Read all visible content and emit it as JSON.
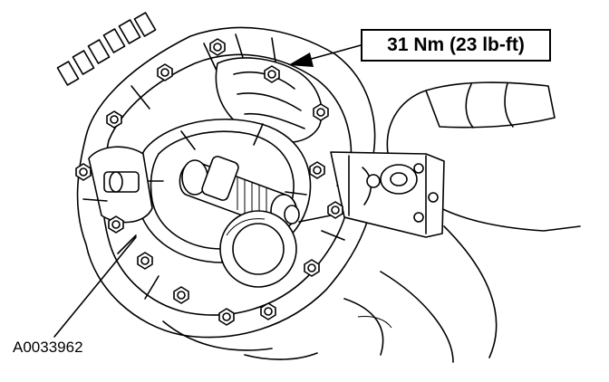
{
  "callout": {
    "text": "31 Nm (23 lb-ft)"
  },
  "figure": {
    "id": "A0033962"
  },
  "bolt_count": 14,
  "icons": [
    "arrow-icon",
    "leader-line-icon"
  ]
}
